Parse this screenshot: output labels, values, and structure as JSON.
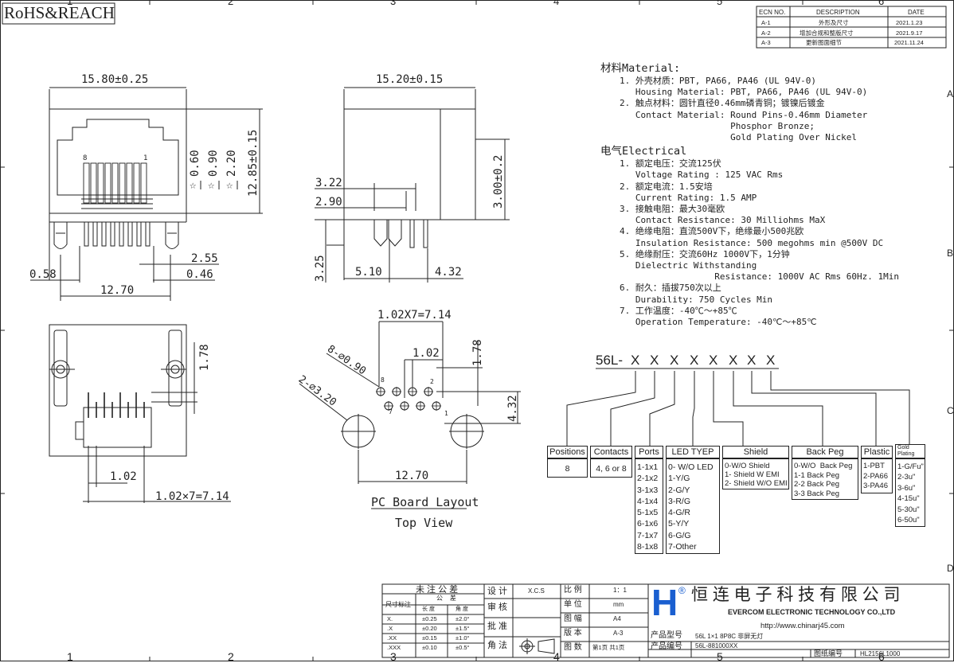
{
  "header": {
    "rohs_label": "RoHS&REACH",
    "col_numbers_top": [
      "1",
      "2",
      "3",
      "4",
      "5",
      "6"
    ],
    "col_numbers_bottom": [
      "1",
      "2",
      "3",
      "4",
      "5",
      "6"
    ],
    "row_letters_right": [
      "A",
      "B",
      "C",
      "D"
    ]
  },
  "revision_table": {
    "headers": [
      "ECN NO.",
      "DESCRIPTION",
      "DATE"
    ],
    "rows": [
      [
        "A-1",
        "外形及尺寸",
        "2021.1.23"
      ],
      [
        "A-2",
        "增加合规和整版尺寸",
        "2021.9.17"
      ],
      [
        "A-3",
        "更新图面细节",
        "2021.11.24"
      ]
    ]
  },
  "front_view": {
    "dim_width": "15.80±0.25",
    "dim_height": "12.85±0.15",
    "dim_a": "0.60",
    "dim_b": "0.90",
    "dim_c": "2.20",
    "star": "☆",
    "pin_label_8": "8",
    "pin_label_1": "1",
    "dim_left": "0.58",
    "dim_pin": "2.55",
    "dim_pin2": "0.46",
    "dim_span": "12.70"
  },
  "side_view": {
    "dim_width": "15.20±0.15",
    "dim_height": "3.00±0.2",
    "dim_322": "3.22",
    "dim_290": "2.90",
    "dim_325": "3.25",
    "dim_510": "5.10",
    "dim_432": "4.32"
  },
  "bottom_view": {
    "dim_178": "1.78",
    "dim_102": "1.02",
    "dim_pitch": "1.02×7=7.14"
  },
  "pcb_layout": {
    "dim_pitch": "1.02X7=7.14",
    "dim_holes": "8-∅0.90",
    "dim_102": "1.02",
    "dim_178": "1.78",
    "dim_big_holes": "2-∅3.20",
    "dim_432": "4.32",
    "dim_1270": "12.70",
    "pin_8": "8",
    "pin_7": "7",
    "pin_2": "2",
    "pin_1": "1",
    "title": "PC Board Layout",
    "subtitle": "Top View"
  },
  "specs": {
    "material_heading": "材料Material:",
    "material_lines": [
      "1. 外壳材质：PBT, PA66, PA46 (UL 94V-0)",
      "   Housing Material: PBT, PA66, PA46 (UL 94V-0)",
      "2. 触点材料：圆针直径0.46mm磷青铜；镀镍后镀金",
      "   Contact Material: Round Pins-0.46mm Diameter",
      "                     Phosphor Bronze;",
      "                     Gold Plating Over Nickel"
    ],
    "electrical_heading": "电气Electrical",
    "electrical_lines": [
      "1. 额定电压：交流125伏",
      "   Voltage Rating : 125 VAC Rms",
      "2. 额定电流：1.5安培",
      "   Current Rating: 1.5 AMP",
      "3. 接触电阻：最大30毫欧",
      "   Contact Resistance: 30 Milliohms MaX",
      "4. 绝缘电阻：直流500V下，绝缘最小500兆欧",
      "   Insulation Resistance: 500 megohms min @500V DC",
      "5. 绝缘耐压：交流60Hz 1000V下，1分钟",
      "   Dielectric Withstanding",
      "                  Resistance: 1000V AC Rms 60Hz. 1Min",
      "6. 耐久：插拔750次以上",
      "   Durability: 750 Cycles Min",
      "7. 工作温度：-40℃～+85℃",
      "   Operation Temperature: -40℃～+85℃"
    ]
  },
  "part_code": {
    "prefix": "56L-",
    "slots": [
      "X",
      "X",
      "X",
      "X",
      "X",
      "X",
      "X",
      "X"
    ],
    "groups": [
      {
        "title": "Positions",
        "options": [
          "8"
        ]
      },
      {
        "title": "Contacts",
        "options": [
          "4, 6 or 8"
        ]
      },
      {
        "title": "Ports",
        "options": [
          "1-1x1",
          "2-1x2",
          "3-1x3",
          "4-1x4",
          "5-1x5",
          "6-1x6",
          "7-1x7",
          "8-1x8"
        ]
      },
      {
        "title": "LED TYEP",
        "options": [
          "0- W/O LED",
          "1-Y/G",
          "2-G/Y",
          "3-R/G",
          "4-G/R",
          "5-Y/Y",
          "6-G/G",
          "7-Other"
        ]
      },
      {
        "title": "Shield",
        "options": [
          "0-W/O Shield",
          "1- Shield W EMI",
          "2- Shield W/O EMI"
        ]
      },
      {
        "title": "Back Peg",
        "options": [
          "0-W/O  Back Peg",
          "1-1 Back Peg",
          "2-2 Back Peg",
          "3-3 Back Peg"
        ]
      },
      {
        "title": "Plastic",
        "options": [
          "1-PBT",
          "2-PA66",
          "3-PA46"
        ]
      },
      {
        "title": "Gold\nPlating",
        "options": [
          "1-G/Fu\"",
          "2-3u\"",
          "3-6u\"",
          "4-15u\"",
          "5-30u\"",
          "6-50u\""
        ]
      }
    ]
  },
  "title_block": {
    "tol_title": "未 注 公 差",
    "tol_sub_left": "尺寸标注",
    "tol_sub_mid": "公    差",
    "tol_len": "长 度",
    "tol_ang": "角 度",
    "tol_rows": [
      [
        "X.",
        "±0.25",
        "±2.0°"
      ],
      [
        ".X",
        "±0.20",
        "±1.5°"
      ],
      [
        ".XX",
        "±0.15",
        "±1.0°"
      ],
      [
        ".XXX",
        "±0.10",
        "±0.5°"
      ]
    ],
    "sign_labels": [
      "设 计",
      "审 核",
      "批 准",
      "角 法"
    ],
    "designer": "X.C.S",
    "meta_labels": [
      "比 例",
      "单 位",
      "图 幅",
      "版 本",
      "图 数"
    ],
    "meta_values": [
      "1：1",
      "mm",
      "A4",
      "A-3",
      "第1页 共1页"
    ],
    "company_cn": "恒 连 电 子 科 技 有 限 公 司",
    "company_en": "EVERCOM ELECTRONIC TECHNOLOGY CO.,LTD",
    "website": "http://www.chinarj45.com",
    "model_label": "产品型号",
    "model_value": "56L 1×1 8P8C 非屏无灯",
    "code_label": "产品编号",
    "code_value": "56L-881000XX",
    "drawing_label": "图纸编号",
    "drawing_value": "HL2156L1000",
    "logo_mark": "H",
    "logo_reg": "®"
  },
  "colors": {
    "line": "#222222",
    "logo": "#1a5fd0",
    "paper": "#ffffff"
  }
}
